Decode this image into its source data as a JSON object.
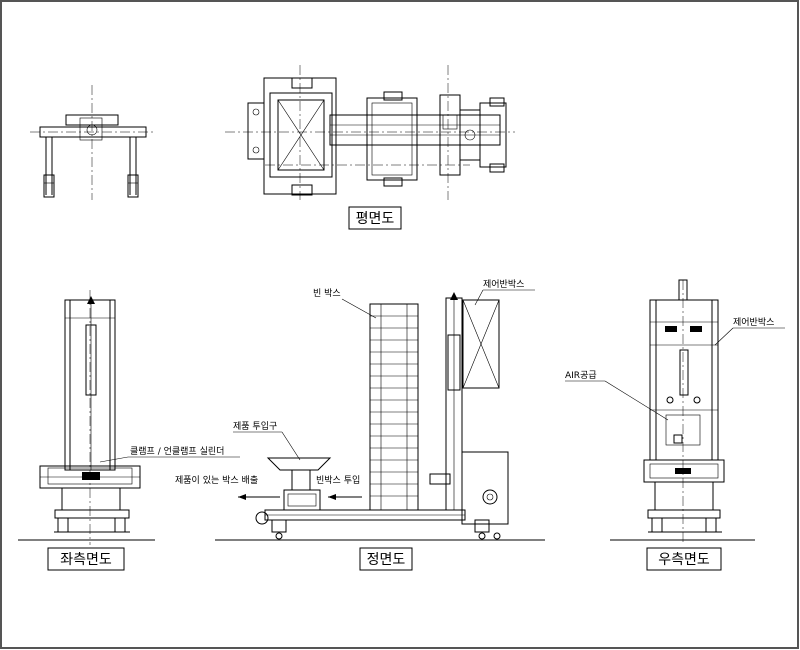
{
  "colors": {
    "border": "#555555",
    "line": "#000000",
    "background": "#ffffff"
  },
  "views": {
    "plan": {
      "title": "평면도"
    },
    "front": {
      "title": "정면도"
    },
    "left": {
      "title": "좌측면도"
    },
    "right": {
      "title": "우측면도"
    }
  },
  "labels": {
    "empty_box": "빈 박스",
    "control_box_front": "제어반박스",
    "control_box_right": "제어반박스",
    "air_supply": "AIR공급",
    "clamp_cylinder": "클램프 / 언클램프 실린더",
    "product_inlet": "제품 투입구",
    "box_out": "제품이 있는 박스 배출",
    "box_in": "빈박스 투입"
  }
}
